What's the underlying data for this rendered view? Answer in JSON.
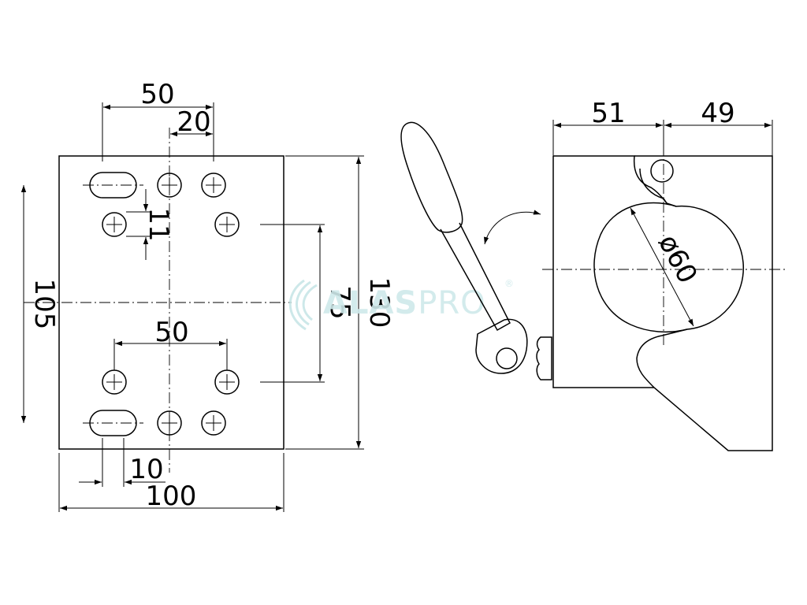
{
  "front_view": {
    "dims": {
      "top_span": "50",
      "top_offset": "20",
      "slot_spacing": "11",
      "left_height": "105",
      "inner_height": "75",
      "total_height": "130",
      "bottom_span": "50",
      "slot_width": "10",
      "total_width": "100"
    }
  },
  "side_view": {
    "dims": {
      "left_width": "51",
      "right_width": "49",
      "clamp_diameter": "ø60"
    }
  },
  "watermark": {
    "brand_bold": "ALAS",
    "brand_light": "PRO",
    "registered": "®"
  },
  "colors": {
    "line": "#000000",
    "watermark": "#cfe9ea"
  }
}
